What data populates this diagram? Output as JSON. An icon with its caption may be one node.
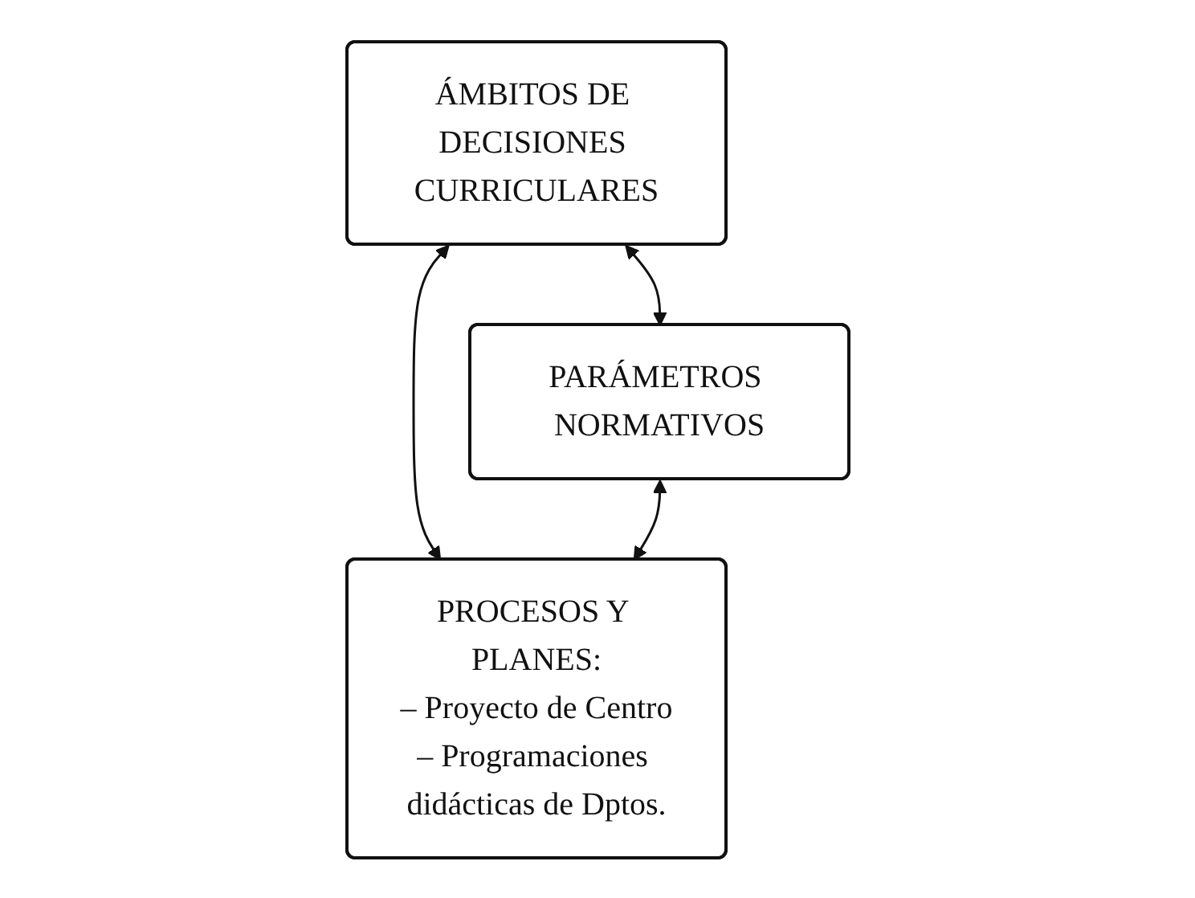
{
  "diagram": {
    "nodes": [
      {
        "text": [
          "ÁMBITOS DE DECISIONES CURRICULARES"
        ]
      },
      {
        "text": [
          "PARÁMETROS NORMATIVOS"
        ]
      },
      {
        "text": [
          "PROCESOS Y PLANES:",
          "– Proyecto de Centro",
          "– Programaciones didácticas de Dptos."
        ]
      }
    ],
    "edges": [
      {
        "from": 0,
        "to": 1,
        "arrow": "both"
      },
      {
        "from": 0,
        "to": 2,
        "arrow": "both"
      },
      {
        "from": 1,
        "to": 2,
        "arrow": "both"
      }
    ]
  }
}
